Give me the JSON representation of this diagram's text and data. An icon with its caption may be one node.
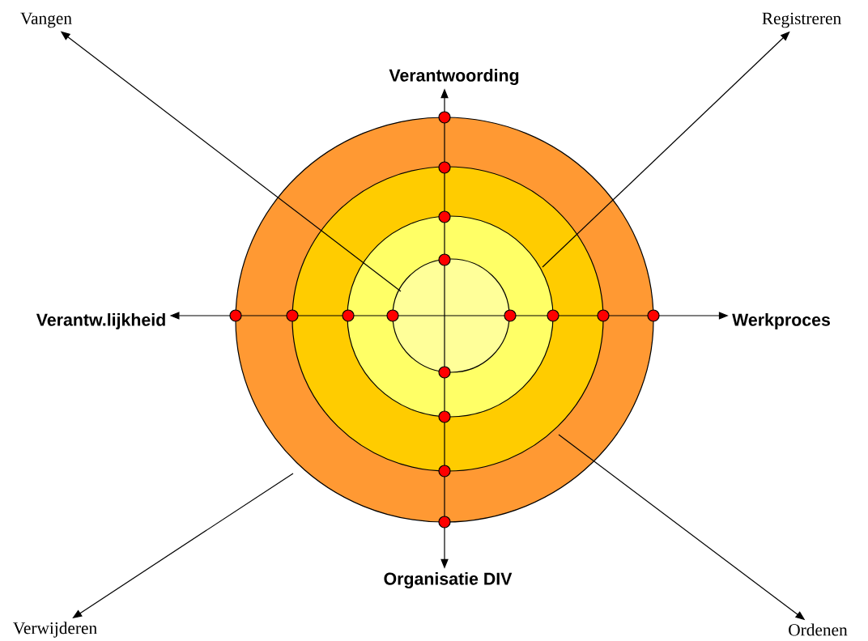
{
  "diagram": {
    "nodes": [
      {
        "text": [
          "Vangen"
        ]
      },
      {
        "text": [
          "Registreren"
        ]
      },
      {
        "text": [
          "Verantwoording"
        ]
      },
      {
        "text": [
          "Verantw.lijkheid"
        ]
      },
      {
        "text": [
          "Werkproces"
        ]
      },
      {
        "text": [
          "Organisatie DIV"
        ]
      },
      {
        "text": [
          "Verwijderen"
        ]
      },
      {
        "text": [
          "Ordenen"
        ]
      }
    ],
    "edges": [
      {
        "from": null,
        "to": 0,
        "arrow": "to"
      },
      {
        "from": null,
        "to": 1,
        "arrow": "to"
      },
      {
        "from": 5,
        "to": 2,
        "arrow": "both"
      },
      {
        "from": 3,
        "to": 4,
        "arrow": "both"
      },
      {
        "from": null,
        "to": 6,
        "arrow": "to"
      },
      {
        "from": null,
        "to": 7,
        "arrow": "to"
      }
    ]
  }
}
